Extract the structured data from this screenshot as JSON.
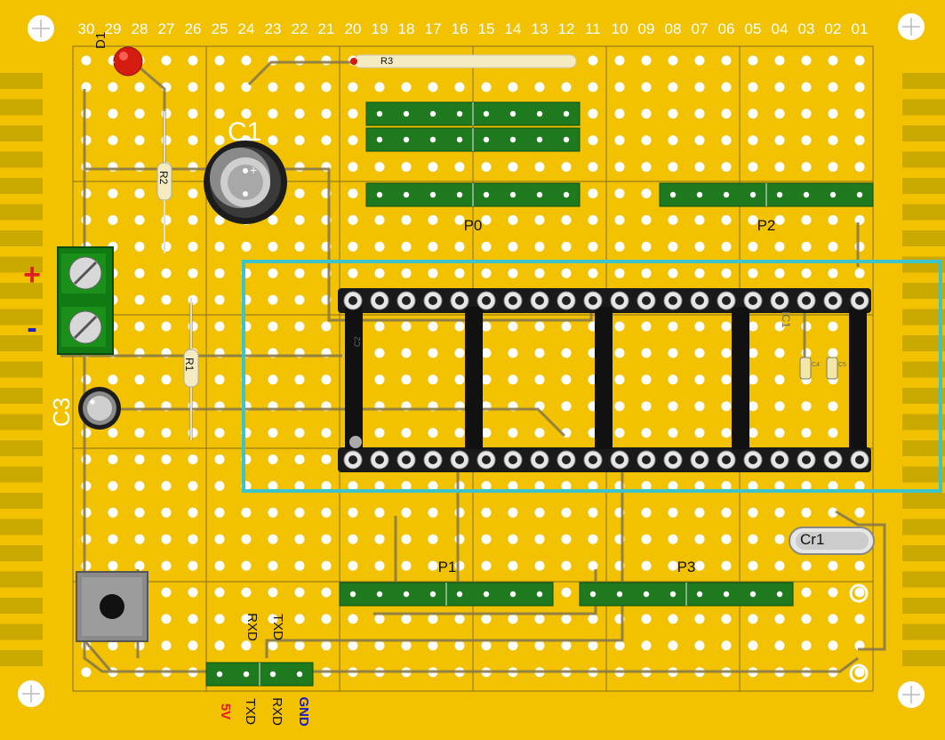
{
  "column_numbers": [
    "30",
    "29",
    "28",
    "27",
    "26",
    "25",
    "24",
    "23",
    "22",
    "21",
    "20",
    "19",
    "18",
    "17",
    "16",
    "15",
    "14",
    "13",
    "12",
    "11",
    "10",
    "09",
    "08",
    "07",
    "06",
    "05",
    "04",
    "03",
    "02",
    "01"
  ],
  "components": {
    "d1": "D1",
    "r3": "R3",
    "c1": "C1",
    "r2": "R2",
    "r1": "R1",
    "c3": "C3",
    "c2": "C2",
    "c4": "C4",
    "c5": "C5",
    "ic": "IC1",
    "cr1": "Cr1"
  },
  "headers": {
    "p0": "P0",
    "p1": "P1",
    "p2": "P2",
    "p3": "P3"
  },
  "power": {
    "plus": "+",
    "minus": "-"
  },
  "serial_top": {
    "rxd": "RXD",
    "txd": "TXD"
  },
  "serial_bottom": {
    "v5": "5V",
    "txd": "TXD",
    "rxd": "RXD",
    "gnd": "GND"
  },
  "colors": {
    "board": "#f2c200",
    "pad_hole": "#ffffff",
    "header_green": "#1f7a1f",
    "trace": "#8a7a4a",
    "highlight": "#3cc3cc",
    "plus_red": "#e02020",
    "minus_blue": "#2020c0"
  }
}
